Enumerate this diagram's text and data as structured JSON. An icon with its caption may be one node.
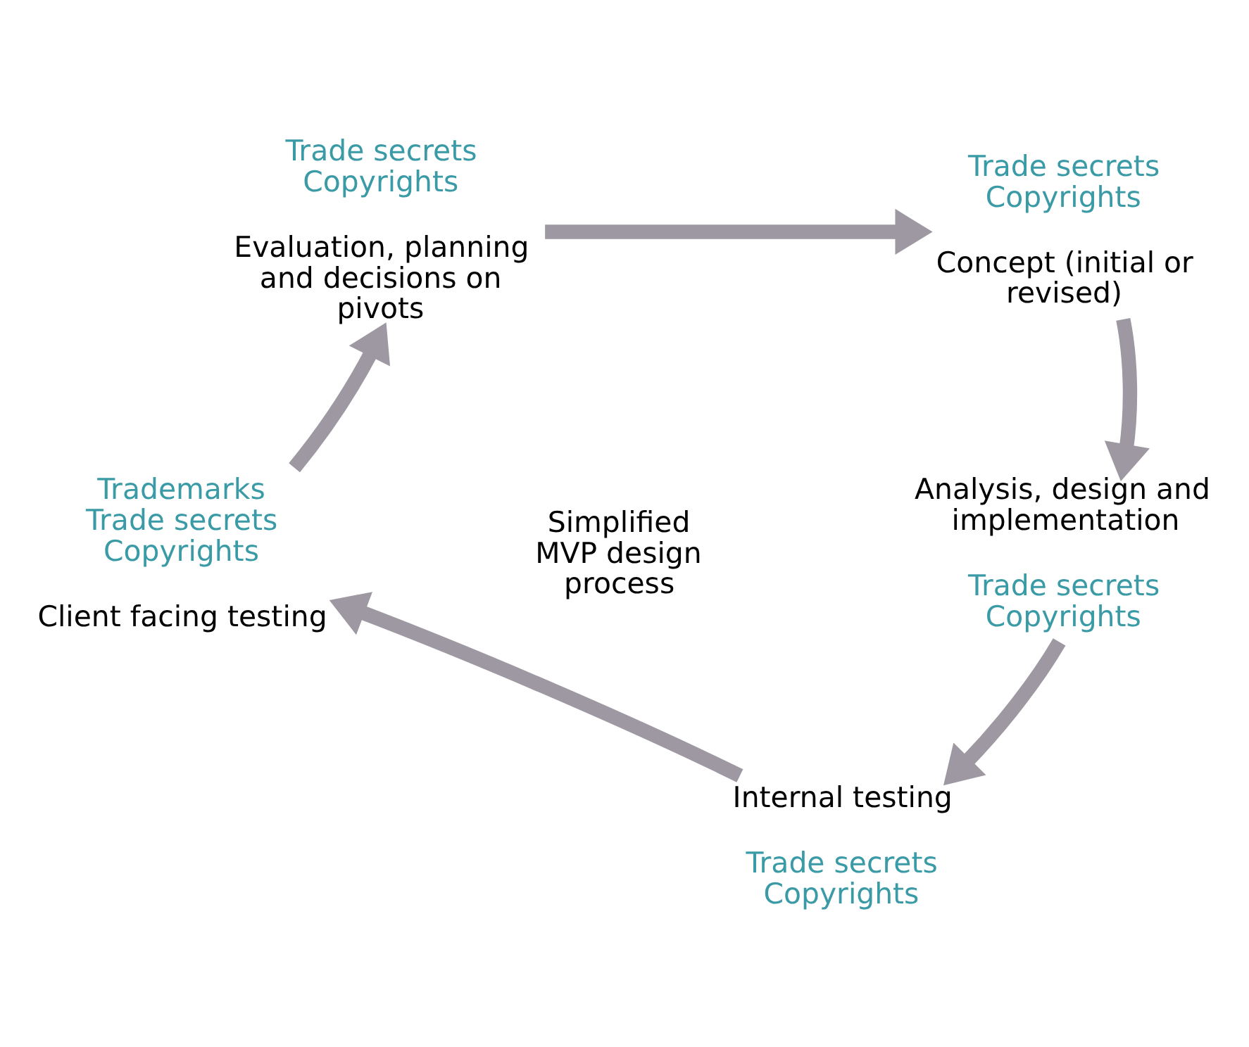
{
  "diagram": {
    "nodes": [
      {
        "text": [
          "Evaluation, planning and decisions on pivots"
        ],
        "beside": [
          "Trade secrets",
          "Copyrights"
        ]
      },
      {
        "text": [
          "Concept (initial or revised)"
        ],
        "beside": [
          "Trade secrets",
          "Copyrights"
        ]
      },
      {
        "text": [
          "Analysis, design and implementation"
        ],
        "beside": [
          "Trade secrets",
          "Copyrights"
        ]
      },
      {
        "text": [
          "Internal testing"
        ],
        "beside": [
          "Trade secrets",
          "Copyrights"
        ]
      },
      {
        "text": [
          "Client facing testing"
        ],
        "beside": [
          "Trademarks",
          "Trade secrets",
          "Copyrights"
        ]
      }
    ],
    "edges": [
      {
        "from": 0,
        "to": 1,
        "arrow": "to"
      },
      {
        "from": 1,
        "to": 2,
        "arrow": "to"
      },
      {
        "from": 2,
        "to": 3,
        "arrow": "to"
      },
      {
        "from": 3,
        "to": 4,
        "arrow": "to"
      },
      {
        "from": 4,
        "to": 0,
        "arrow": "to"
      }
    ],
    "labels": [
      "Simplified MVP design process"
    ]
  }
}
